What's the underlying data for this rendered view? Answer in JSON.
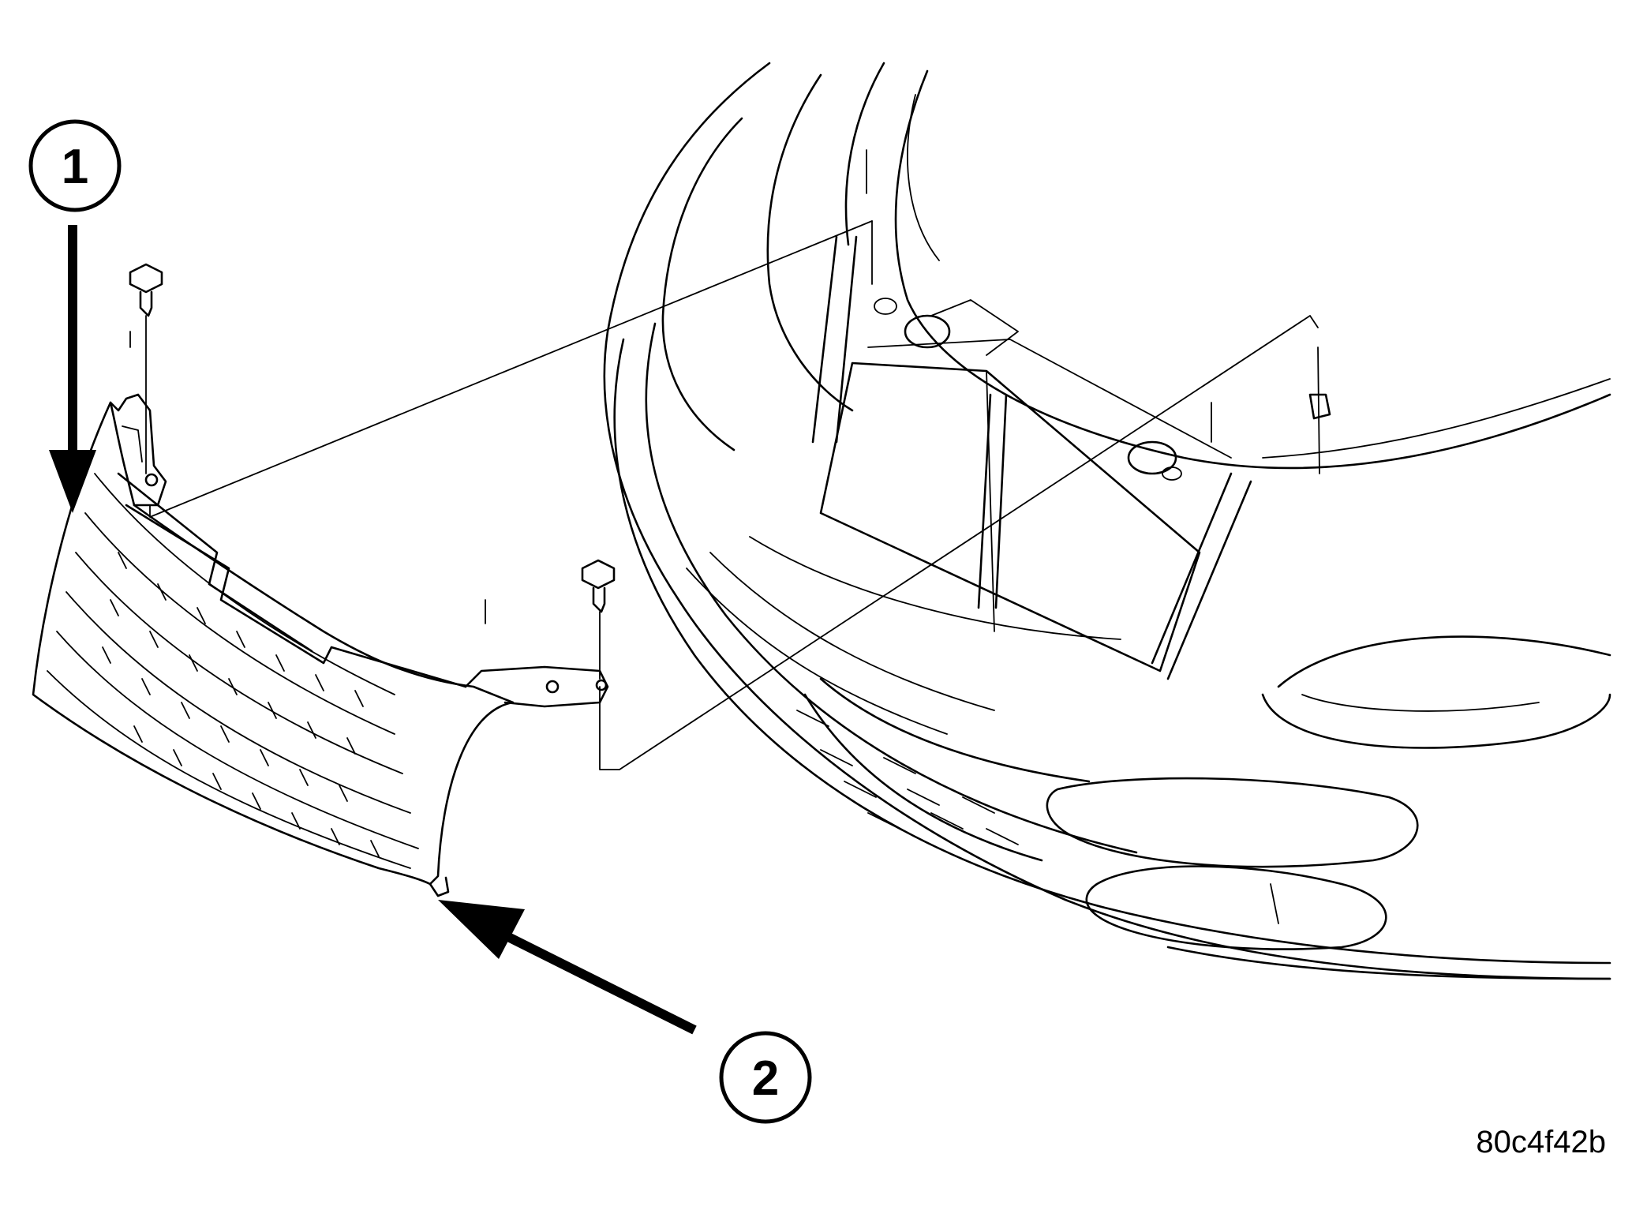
{
  "callouts": [
    {
      "label": "1"
    },
    {
      "label": "2"
    }
  ],
  "figure_id": "80c4f42b",
  "colors": {
    "ink": "#000000",
    "paper": "#ffffff"
  }
}
